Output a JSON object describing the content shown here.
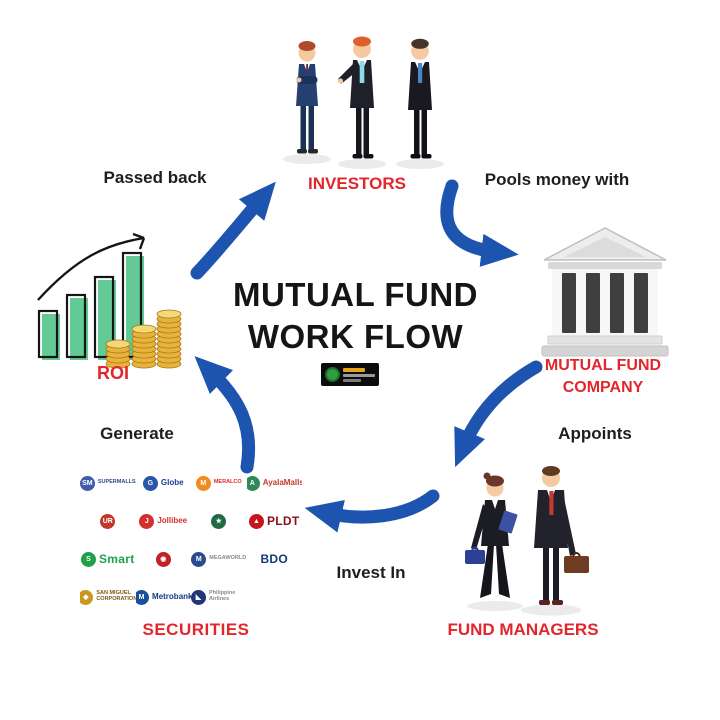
{
  "title": {
    "line1": "MUTUAL FUND",
    "line2": "WORK FLOW"
  },
  "center_logo": {
    "icon": "brand-badge"
  },
  "nodes": {
    "investors": {
      "label": "INVESTORS",
      "icon": "three-businessmen-illustration"
    },
    "company": {
      "line1": "MUTUAL FUND",
      "line2": "COMPANY",
      "icon": "bank-building-icon"
    },
    "fund_managers": {
      "label": "FUND MANAGERS",
      "icon": "two-managers-illustration"
    },
    "securities": {
      "label": "SECURITIES",
      "icon": "company-logos-grid"
    },
    "roi": {
      "label": "ROI",
      "icon": "growth-chart-coins-icon"
    }
  },
  "edges": {
    "passed_back": "Passed back",
    "pools": "Pools money with",
    "appoints": "Appoints",
    "invest_in": "Invest In",
    "generate": "Generate"
  },
  "colors": {
    "arrow_blue": "#1d54af",
    "label_red": "#e2262c",
    "text_black": "#1e1e1e",
    "bars_green": "#63c995",
    "coins_gold": "#e8b33c"
  },
  "securities_logos": [
    {
      "name": "SM Supermalls",
      "mark": "SM",
      "bg": "#3e5ca8",
      "text": "SUPERMALLS",
      "color": "#2e4a8f",
      "size": "tiny"
    },
    {
      "name": "Globe",
      "mark": "G",
      "bg": "#2b55a7",
      "text": "Globe",
      "color": "#1b3f8f",
      "size": ""
    },
    {
      "name": "Meralco",
      "mark": "M",
      "bg": "#f08c1e",
      "text": "MERALCO",
      "color": "#e2262c",
      "size": "tiny"
    },
    {
      "name": "Ayala Malls",
      "mark": "A",
      "bg": "#2e8b57",
      "text": "AyalaMalls",
      "color": "#c0392b",
      "size": ""
    },
    {
      "name": "Universal Robina",
      "mark": "UR",
      "bg": "#c0392b",
      "text": "",
      "color": "",
      "size": ""
    },
    {
      "name": "Jollibee",
      "mark": "J",
      "bg": "#d32f2f",
      "text": "Jollibee",
      "color": "#d32f2f",
      "size": ""
    },
    {
      "name": "Starbucks",
      "mark": "★",
      "bg": "#1e6b44",
      "text": "",
      "color": "",
      "size": ""
    },
    {
      "name": "PLDT",
      "mark": "▲",
      "bg": "#c8141c",
      "text": "PLDT",
      "color": "#8b0e14",
      "size": "big"
    },
    {
      "name": "Smart",
      "mark": "S",
      "bg": "#1fa04a",
      "text": "Smart",
      "color": "#1fa04a",
      "size": "big"
    },
    {
      "name": "ABS-CBN",
      "mark": "◉",
      "bg": "#c02227",
      "text": "",
      "color": "",
      "size": ""
    },
    {
      "name": "Megaworld",
      "mark": "M",
      "bg": "#2b4a8f",
      "text": "MEGAWORLD",
      "color": "#8a8a8a",
      "size": "tiny"
    },
    {
      "name": "BDO",
      "mark": "",
      "bg": "",
      "text": "BDO",
      "color": "#123a7d",
      "size": "big"
    },
    {
      "name": "San Miguel Corporation",
      "mark": "◆",
      "bg": "#c9971c",
      "text": "SAN MIGUEL CORPORATION",
      "color": "#7a5c10",
      "size": "tiny"
    },
    {
      "name": "Metrobank",
      "mark": "M",
      "bg": "#1a4f9e",
      "text": "Metrobank",
      "color": "#123a7d",
      "size": ""
    },
    {
      "name": "Philippine Airlines",
      "mark": "◣",
      "bg": "#20367a",
      "text": "Philippine Airlines",
      "color": "#8a8a8a",
      "size": "tiny"
    }
  ]
}
